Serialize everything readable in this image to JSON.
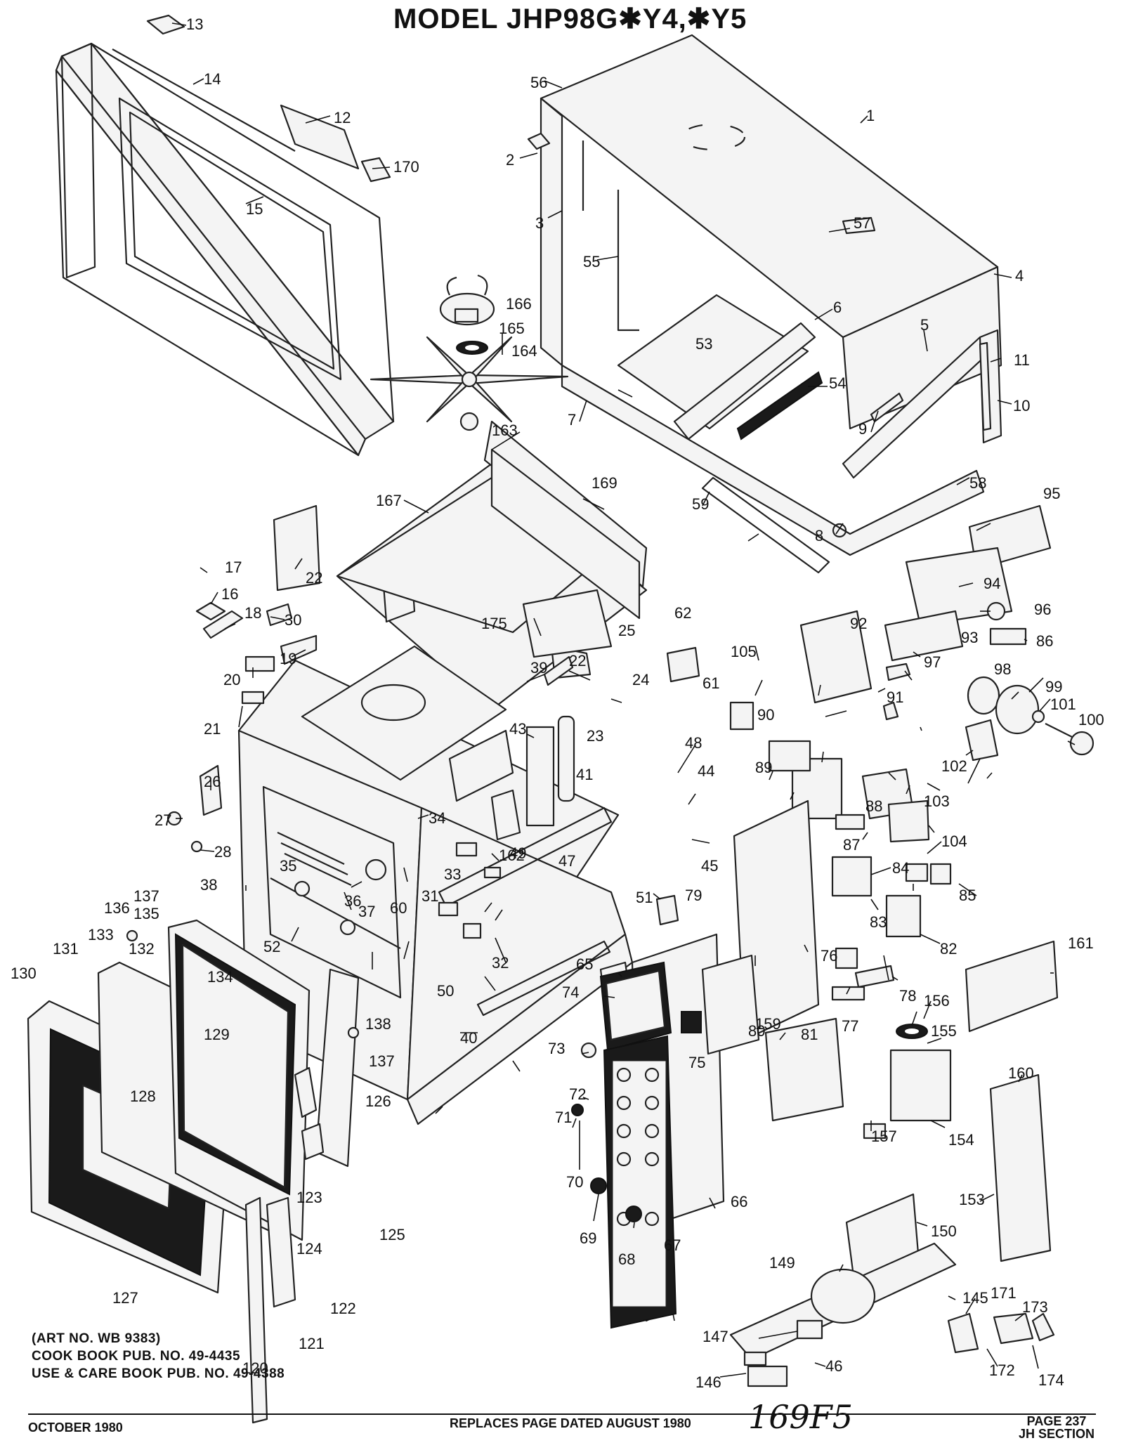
{
  "header": {
    "title": "MODEL  JHP98G✱Y4,✱Y5"
  },
  "callouts": [
    "1",
    "2",
    "3",
    "4",
    "5",
    "6",
    "7",
    "8",
    "9",
    "10",
    "11",
    "12",
    "13",
    "14",
    "15",
    "16",
    "17",
    "18",
    "19",
    "20",
    "21",
    "22",
    "22",
    "23",
    "24",
    "25",
    "26",
    "27",
    "28",
    "30",
    "31",
    "32",
    "33",
    "34",
    "35",
    "36",
    "37",
    "38",
    "39",
    "40",
    "41",
    "43",
    "44",
    "45",
    "46",
    "47",
    "48",
    "49",
    "50",
    "51",
    "52",
    "53",
    "54",
    "55",
    "56",
    "57",
    "58",
    "59",
    "60",
    "61",
    "62",
    "65",
    "66",
    "67",
    "68",
    "69",
    "70",
    "71",
    "72",
    "73",
    "74",
    "75",
    "76",
    "77",
    "78",
    "79",
    "80",
    "81",
    "82",
    "83",
    "84",
    "85",
    "86",
    "87",
    "88",
    "89",
    "90",
    "91",
    "92",
    "93",
    "94",
    "95",
    "96",
    "97",
    "98",
    "99",
    "100",
    "101",
    "102",
    "103",
    "104",
    "105",
    "120",
    "121",
    "122",
    "123",
    "124",
    "125",
    "126",
    "127",
    "128",
    "129",
    "130",
    "131",
    "132",
    "133",
    "134",
    "135",
    "136",
    "137",
    "137",
    "138",
    "145",
    "146",
    "147",
    "149",
    "150",
    "153",
    "154",
    "155",
    "156",
    "157",
    "159",
    "160",
    "161",
    "162",
    "163",
    "164",
    "165",
    "166",
    "167",
    "169",
    "170",
    "171",
    "172",
    "173",
    "174",
    "175"
  ],
  "notes": {
    "art_no": "(ART NO. WB 9383)",
    "cook_book": "COOK BOOK PUB. NO. 49-4435",
    "use_care": "USE & CARE BOOK PUB. NO. 49-4388"
  },
  "footer": {
    "date": "OCTOBER 1980",
    "replaces": "REPLACES PAGE DATED AUGUST 1980",
    "handwritten": "169F5",
    "page": "PAGE 237",
    "section": "JH SECTION"
  }
}
